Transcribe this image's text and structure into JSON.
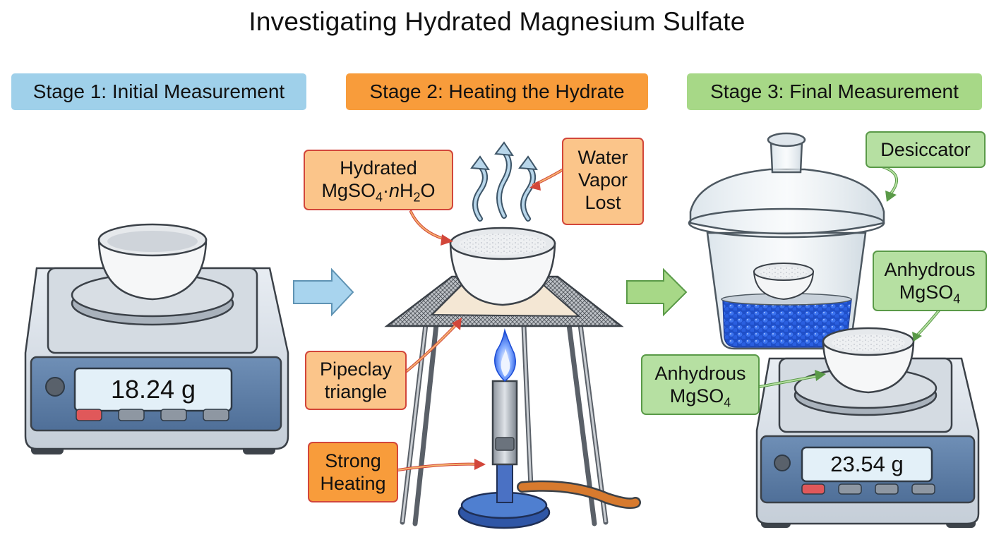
{
  "title": "Investigating Hydrated Magnesium Sulfate",
  "stages": {
    "stage1": "Stage 1: Initial Measurement",
    "stage2": "Stage 2: Heating the Hydrate",
    "stage3": "Stage 3: Final Measurement"
  },
  "labels": {
    "hydrated_line1": "Hydrated",
    "hydrated_line2_main": "MgSO",
    "hydrated_line2_sub": "4",
    "hydrated_line2_dot": "·",
    "hydrated_line2_n": "n",
    "hydrated_line2_h": "H",
    "hydrated_line2_sub2": "2",
    "hydrated_line2_o": "O",
    "water_line1": "Water",
    "water_line2": "Vapor",
    "water_line3": "Lost",
    "pipeclay_line1": "Pipeclay",
    "pipeclay_line2": "triangle",
    "strong_line1": "Strong",
    "strong_line2": "Heating",
    "desiccator": "Desiccator",
    "anhydrous_right_line1": "Anhydrous",
    "anhydrous_right_line2_main": "MgSO",
    "anhydrous_right_line2_sub": "4",
    "anhydrous_left_line1": "Anhydrous",
    "anhydrous_left_line2_main": "MgSO",
    "anhydrous_left_line2_sub": "4"
  },
  "readings": {
    "initial": "18.24 g",
    "final": "23.54 g"
  },
  "colors": {
    "stage1": "#9fd0ea",
    "stage2": "#f89c3b",
    "stage3": "#a7d887",
    "arrow_blue": "#a8d4ee",
    "arrow_green": "#a7d887",
    "desiccant": "#2f5fd8"
  },
  "icons": [
    "crucible-icon",
    "digital-balance-icon",
    "tripod-icon",
    "bunsen-burner-icon",
    "flame-icon",
    "steam-icon",
    "desiccator-icon"
  ]
}
